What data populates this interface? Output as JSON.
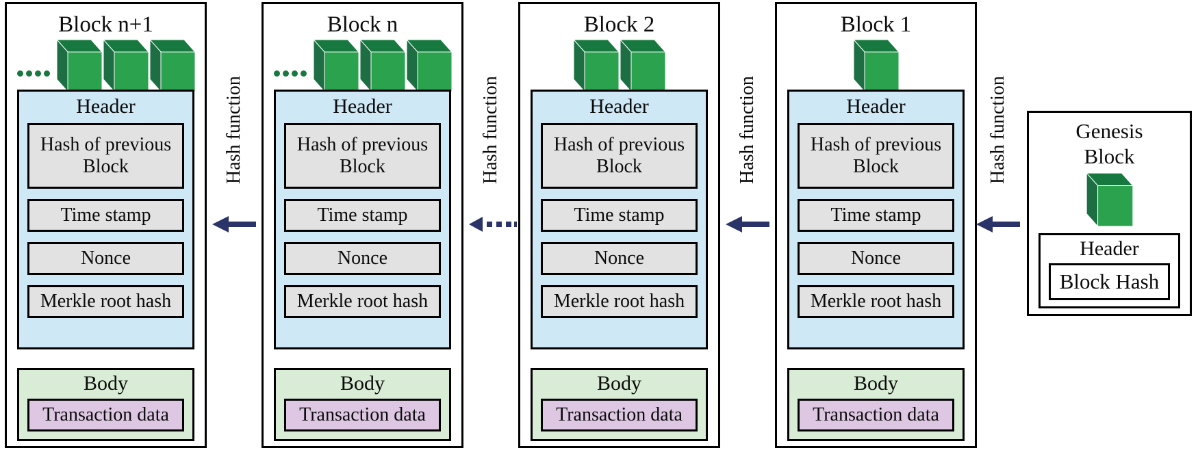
{
  "colors": {
    "header_panel_bg": "#cfe8f5",
    "field_bg": "#e2e2e2",
    "body_panel_bg": "#d9edd6",
    "transaction_bg": "#ddc7e2",
    "cube_front": "#2aa24e",
    "cube_top": "#17793f",
    "cube_side": "#1d6f43",
    "arrow": "#2b3468",
    "border": "#000000"
  },
  "blocks": [
    {
      "title": "Block n+1",
      "cubes": 3,
      "ellipsis": true
    },
    {
      "title": "Block n",
      "cubes": 3,
      "ellipsis": true
    },
    {
      "title": "Block 2",
      "cubes": 2,
      "ellipsis": false
    },
    {
      "title": "Block 1",
      "cubes": 1,
      "ellipsis": false
    }
  ],
  "sections": {
    "header": {
      "label": "Header",
      "fields": [
        "Hash of previous Block",
        "Time stamp",
        "Nonce",
        "Merkle root hash"
      ]
    },
    "body": {
      "label": "Body",
      "transaction": "Transaction data"
    }
  },
  "connectors": [
    {
      "label": "Hash function",
      "style": "solid"
    },
    {
      "label": "Hash function",
      "style": "dotted"
    },
    {
      "label": "Hash function",
      "style": "solid"
    },
    {
      "label": "Hash function",
      "style": "solid"
    }
  ],
  "genesis": {
    "title_lines": [
      "Genesis",
      "Block"
    ],
    "cubes": 1,
    "ellipsis": false,
    "header_label": "Header",
    "block_hash_label": "Block Hash"
  }
}
